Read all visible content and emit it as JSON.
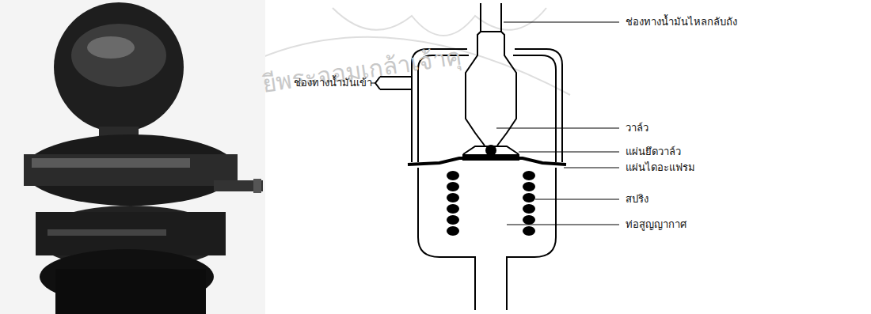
{
  "diagram": {
    "labels": [
      "ยีพระจอมเกล้าเจ้าคุ",
      "ช่องทางน้ำมันไหลกลับถัง",
      "ช่องทางน้ำมันเข้า",
      "วาล์ว",
      "แผ่นยึดวาล์ว",
      "แผ่นไดอะแฟรม",
      "สปริง",
      "ท่อสูญญากาศ"
    ]
  }
}
